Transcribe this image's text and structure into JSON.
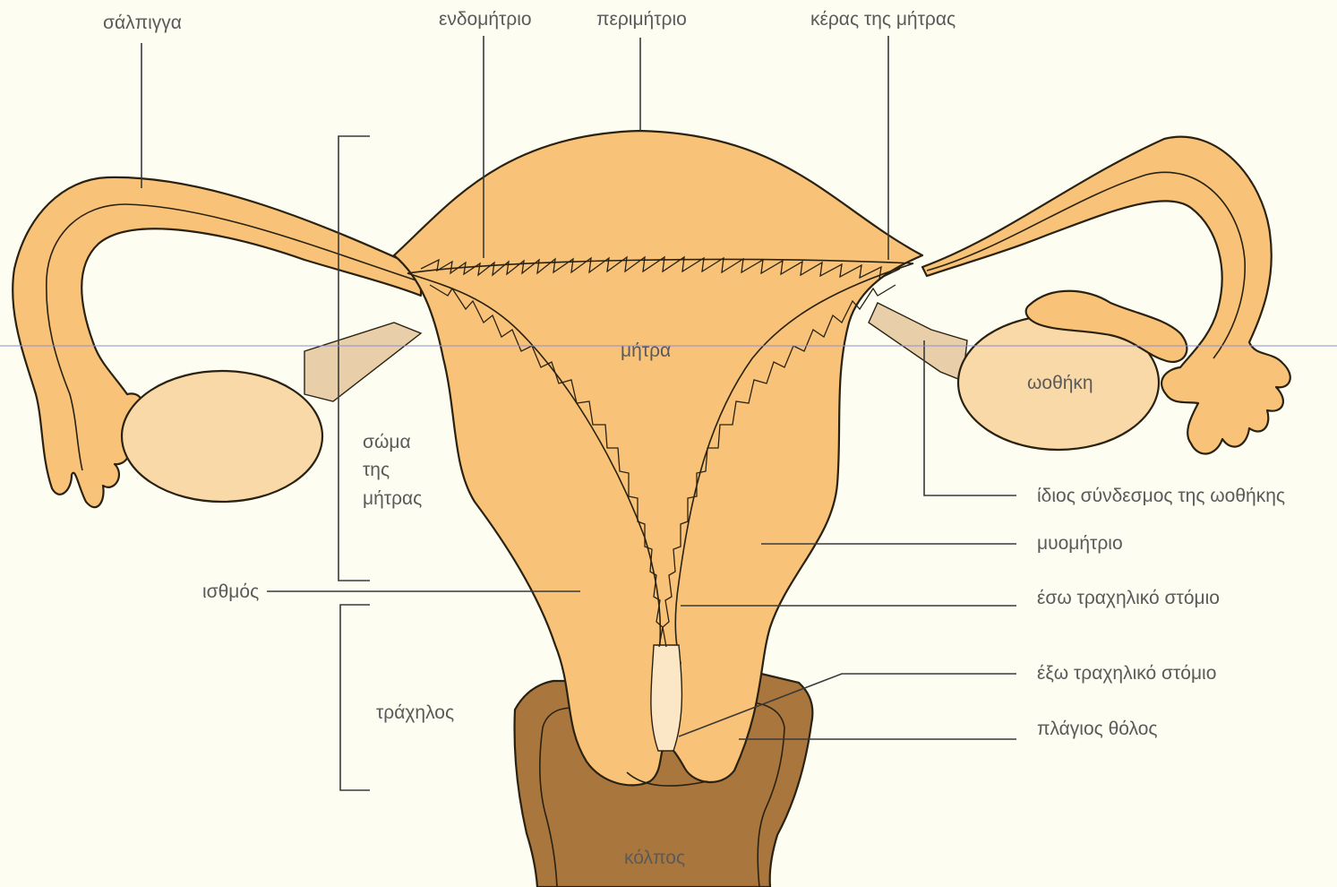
{
  "colors": {
    "background": "#fdfdf2",
    "tissue": "#f8c378",
    "cavity": "#fbe6c6",
    "ovary": "#f9d9a8",
    "ligament": "#e8cfaa",
    "vaginal_wall": "#a9763e",
    "outline": "#2a2210",
    "scan_line": "#8c8cd8"
  },
  "labels": {
    "salpinx": "σάλπιγγα",
    "endometrium": "ενδομήτριο",
    "perimetrium": "περιμήτριο",
    "uterine_horn": "κέρας της μήτρας",
    "uterus": "μήτρα",
    "ovary": "ωοθήκη",
    "body_line1": "σώμα",
    "body_line2": "της",
    "body_line3": "μήτρας",
    "ovarian_ligament": "ίδιος σύνδεσμος της ωοθήκης",
    "myometrium": "μυομήτριο",
    "isthmus": "ισθμός",
    "internal_os": "έσω τραχηλικό στόμιο",
    "external_os": "έξω τραχηλικό στόμιο",
    "cervix": "τράχηλος",
    "lateral_fornix": "πλάγιος θόλος",
    "vagina": "κόλπος"
  }
}
